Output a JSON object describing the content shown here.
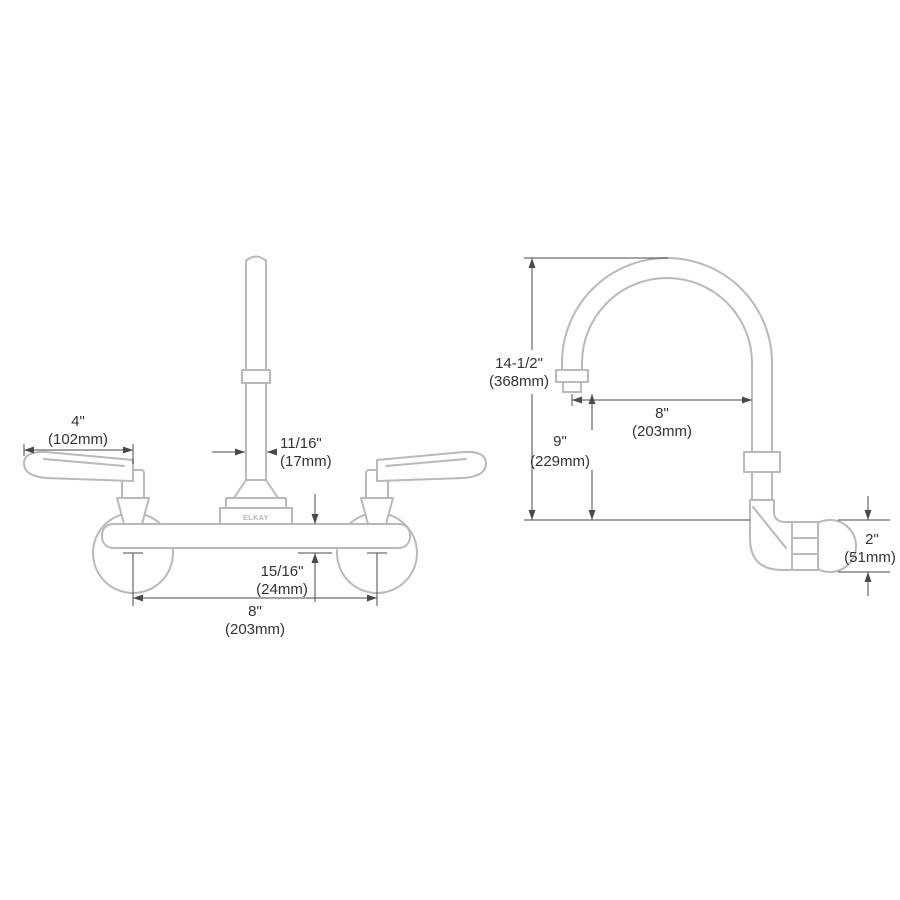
{
  "brand_label": "ELKAY",
  "front_view": {
    "handle_length": {
      "in": "4\"",
      "mm": "(102mm)"
    },
    "spout_diameter": {
      "in": "11/16\"",
      "mm": "(17mm)"
    },
    "body_offset": {
      "in": "15/16\"",
      "mm": "(24mm)"
    },
    "faucet_centers": {
      "in": "8\"",
      "mm": "(203mm)"
    }
  },
  "side_view": {
    "overall_height": {
      "in": "14-1/2\"",
      "mm": "(368mm)"
    },
    "spout_reach": {
      "in": "8\"",
      "mm": "(203mm)"
    },
    "outlet_height": {
      "in": "9\"",
      "mm": "(229mm)"
    },
    "flange_diameter": {
      "in": "2\"",
      "mm": "(51mm)"
    }
  }
}
